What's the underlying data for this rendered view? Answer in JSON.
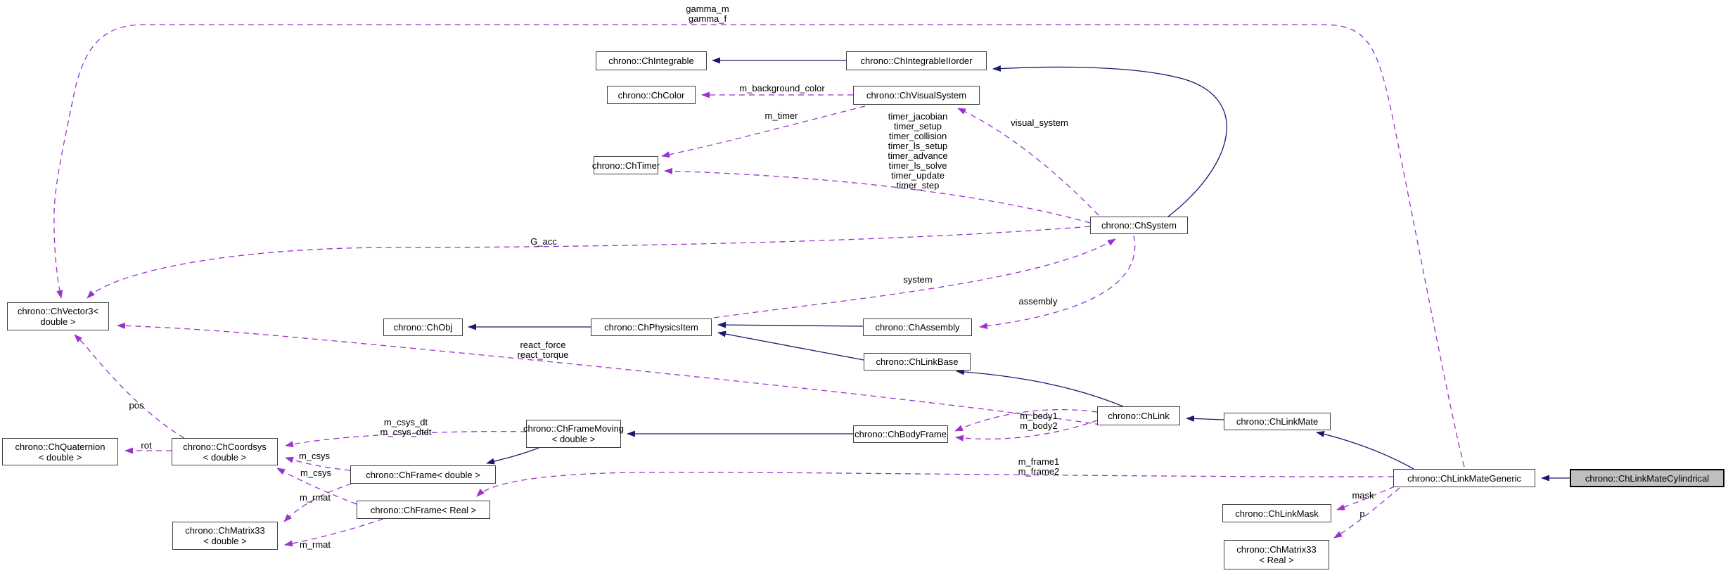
{
  "diagram": {
    "title": "Doxygen collaboration graph for chrono::ChLinkMateCylindrical",
    "colors": {
      "inheritance_edge": "#191970",
      "collaboration_edge": "#9a32cd",
      "node_border": "#404040",
      "node_fill": "#ffffff",
      "highlight_fill": "#bfbfbf",
      "text": "#000000"
    },
    "nodes": {
      "integrable": {
        "l1": "chrono::ChIntegrable"
      },
      "iiorder": {
        "l1": "chrono::ChIntegrableIIorder"
      },
      "color": {
        "l1": "chrono::ChColor"
      },
      "visual_system": {
        "l1": "chrono::ChVisualSystem"
      },
      "timer": {
        "l1": "chrono::ChTimer"
      },
      "system": {
        "l1": "chrono::ChSystem"
      },
      "vector3": {
        "l1": "chrono::ChVector3<",
        "l2": "double >"
      },
      "obj": {
        "l1": "chrono::ChObj"
      },
      "physics_item": {
        "l1": "chrono::ChPhysicsItem"
      },
      "assembly": {
        "l1": "chrono::ChAssembly"
      },
      "link_base": {
        "l1": "chrono::ChLinkBase"
      },
      "link": {
        "l1": "chrono::ChLink"
      },
      "link_mate": {
        "l1": "chrono::ChLinkMate"
      },
      "body_frame": {
        "l1": "chrono::ChBodyFrame"
      },
      "frame_moving": {
        "l1": "chrono::ChFrameMoving",
        "l2": "< double >"
      },
      "frame_double": {
        "l1": "chrono::ChFrame< double >"
      },
      "frame_real": {
        "l1": "chrono::ChFrame< Real >"
      },
      "quaternion": {
        "l1": "chrono::ChQuaternion",
        "l2": "< double >"
      },
      "coordsys": {
        "l1": "chrono::ChCoordsys",
        "l2": "< double >"
      },
      "matrix33_double": {
        "l1": "chrono::ChMatrix33",
        "l2": "< double >"
      },
      "link_mate_generic": {
        "l1": "chrono::ChLinkMateGeneric"
      },
      "link_mate_cylindrical": {
        "l1": "chrono::ChLinkMateCylindrical"
      },
      "link_mask": {
        "l1": "chrono::ChLinkMask"
      },
      "matrix33_real": {
        "l1": "chrono::ChMatrix33",
        "l2": "< Real >"
      }
    },
    "edge_labels": {
      "gamma": [
        "gamma_m",
        "gamma_f"
      ],
      "m_background_color": "m_background_color",
      "m_timer": "m_timer",
      "timers": [
        "timer_jacobian",
        "timer_setup",
        "timer_collision",
        "timer_ls_setup",
        "timer_advance",
        "timer_ls_solve",
        "timer_update",
        "timer_step"
      ],
      "visual_system": "visual_system",
      "g_acc": "G_acc",
      "system": "system",
      "assembly": "assembly",
      "react": [
        "react_force",
        "react_torque"
      ],
      "m_body": [
        "m_body1",
        "m_body2"
      ],
      "m_frame": [
        "m_frame1",
        "m_frame2"
      ],
      "m_csys_dt": [
        "m_csys_dt",
        "m_csys_dtdt"
      ],
      "m_csys_upper": "m_csys",
      "m_csys_lower": "m_csys",
      "m_rmat_upper": "m_rmat",
      "m_rmat_lower": "m_rmat",
      "rot": "rot",
      "pos": "pos",
      "mask": "mask",
      "p": "p"
    }
  }
}
